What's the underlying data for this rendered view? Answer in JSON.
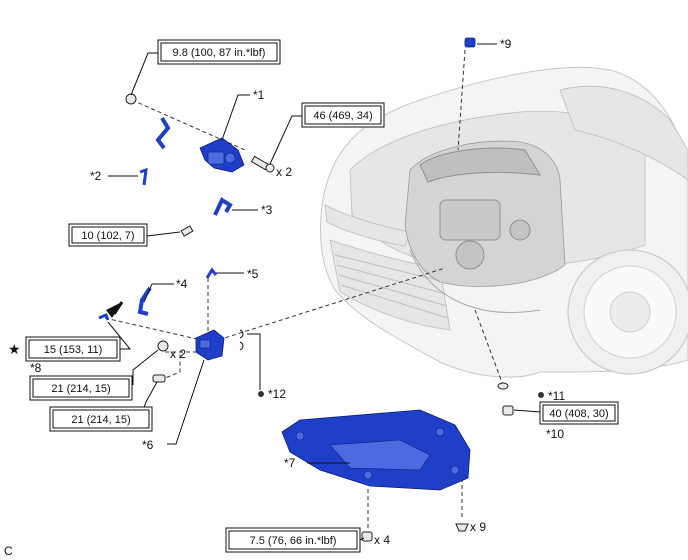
{
  "torque_specs": {
    "t1": "9.8 (100, 87 in.*lbf)",
    "t2": "46 (469, 34)",
    "t3": "10 (102, 7)",
    "t4": "15 (153, 11)",
    "t5": "21 (214, 15)",
    "t6": "21 (214, 15)",
    "t7": "40 (408, 30)",
    "t8": "7.5 (76, 66 in.*lbf)"
  },
  "callouts": {
    "c1": "*1",
    "c2": "*2",
    "c3": "*3",
    "c4": "*4",
    "c5": "*5",
    "c6": "*6",
    "c7": "*7",
    "c8": "*8",
    "c9": "*9",
    "c10": "*10",
    "c11": "*11",
    "c12": "*12"
  },
  "quantities": {
    "q_bolts_46": "x 2",
    "q_nuts_21": "x 2",
    "q_bolts_7_5": "x 4",
    "q_clips": "x 9"
  },
  "symbols": {
    "star": "★",
    "corner_code": "C"
  },
  "colors": {
    "part_blue": "#1f3fc8",
    "part_outline": "#0b1e7a",
    "vehicle_grey": "#f4f4f4"
  }
}
